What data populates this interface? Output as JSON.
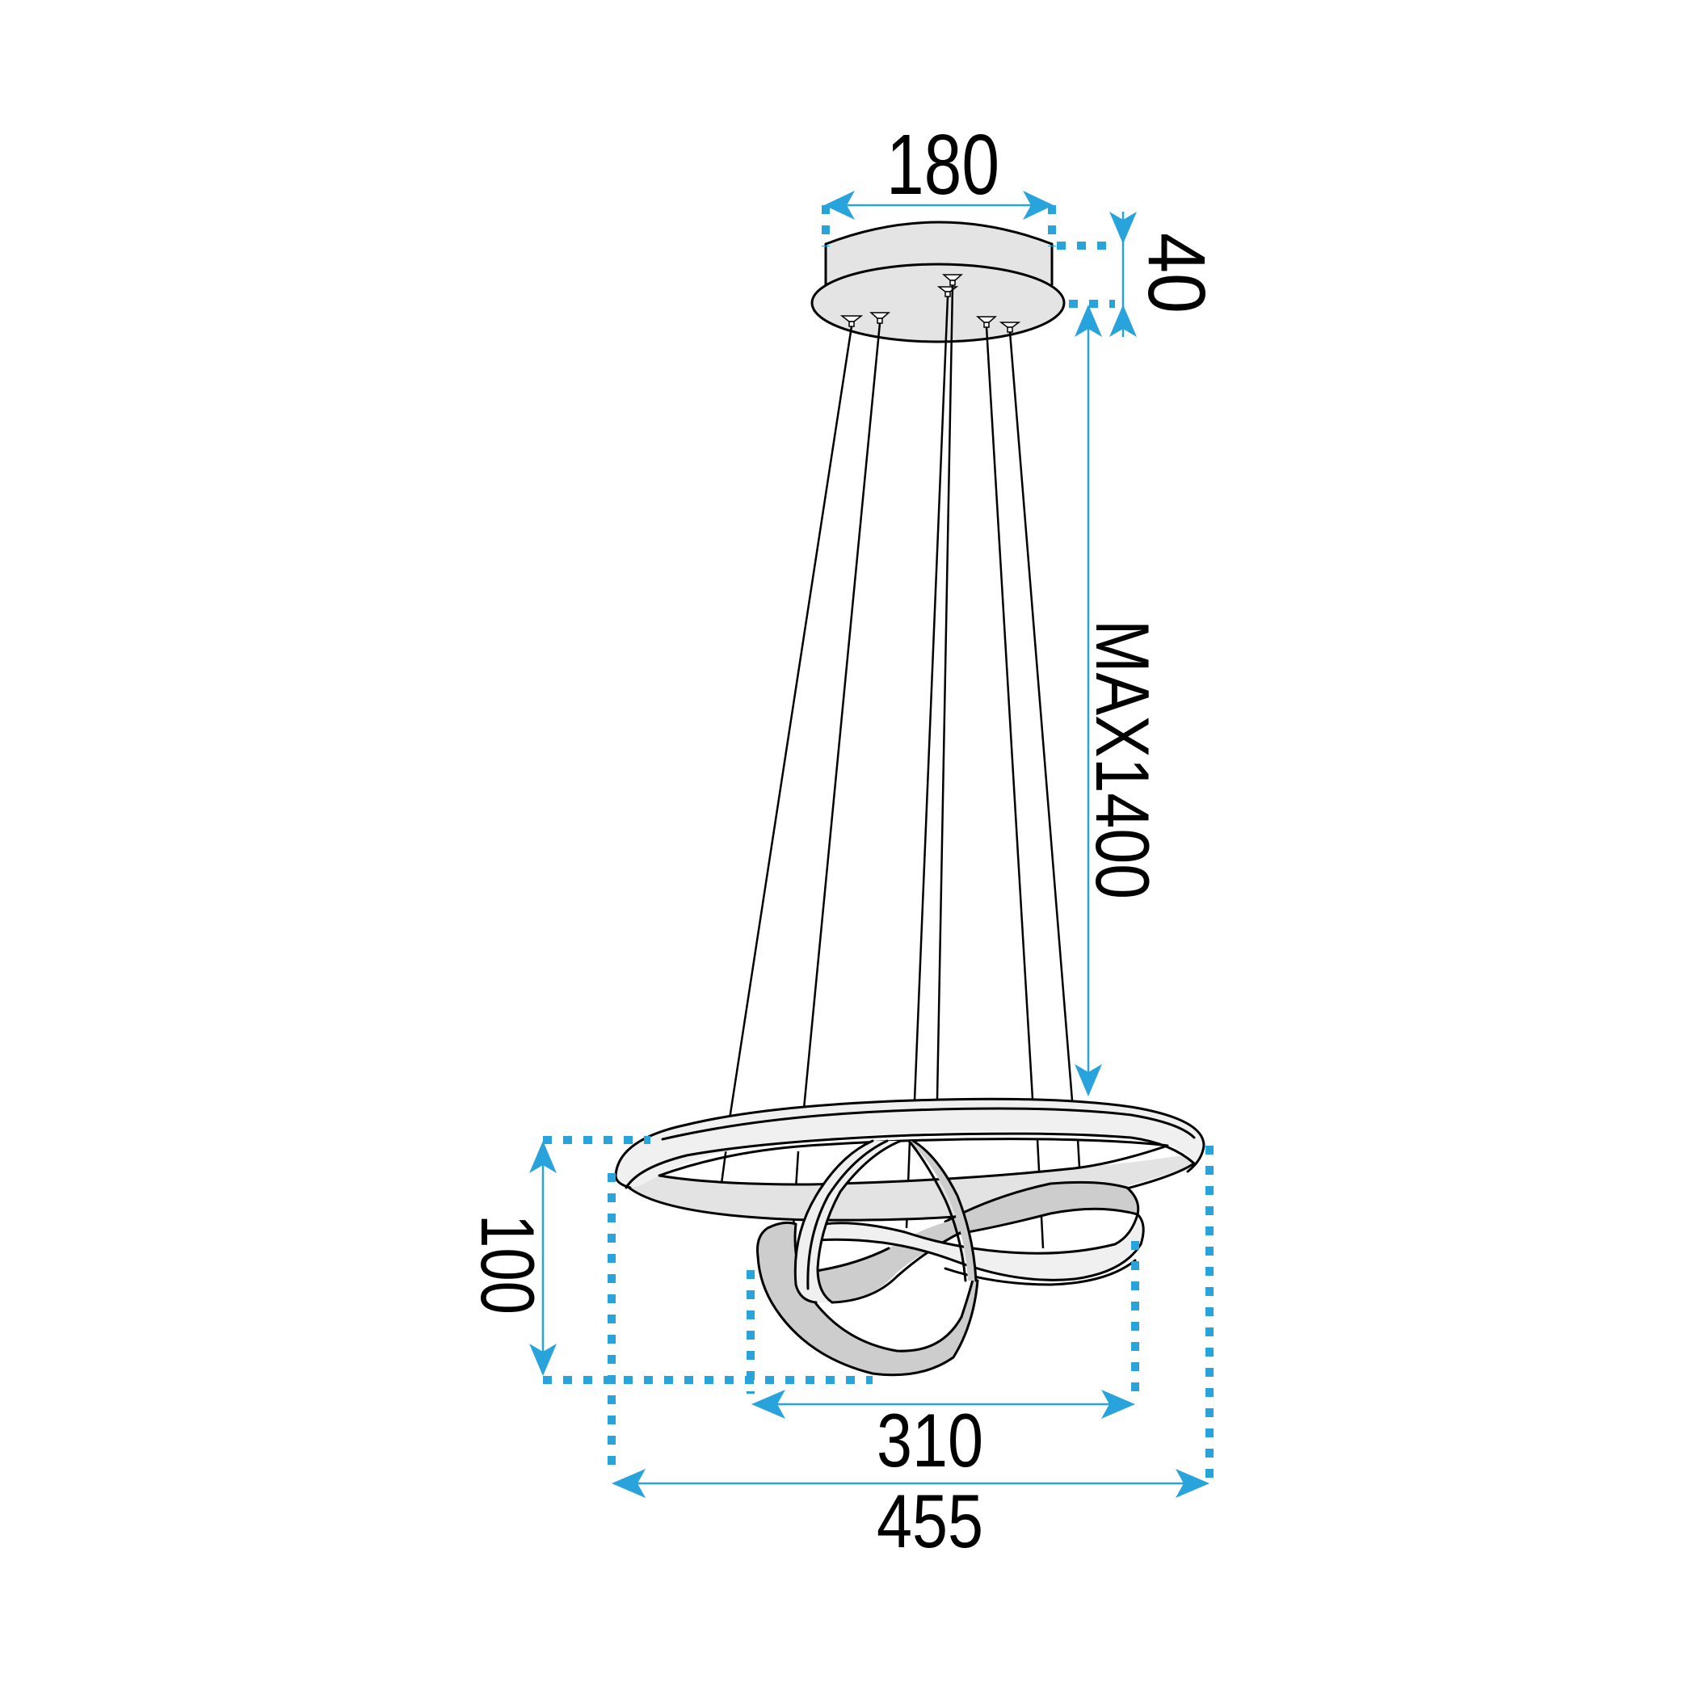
{
  "figure": {
    "type": "product dimension drawing",
    "subject": "pendant lamp with ceiling canopy and intertwined ring shades",
    "units": "mm",
    "accent_color": "#29a3dc",
    "line_color": "#000000",
    "fill_colors": {
      "light": "#f0f0f0",
      "mid": "#e3e3e3",
      "dark": "#cdcdcd"
    }
  },
  "dimensions": {
    "canopy_diameter": {
      "label": "180",
      "orientation": "horizontal"
    },
    "canopy_height": {
      "label": "40",
      "orientation": "vertical"
    },
    "max_suspension": {
      "label": "MAX1400",
      "orientation": "vertical"
    },
    "ring_height": {
      "label": "100",
      "orientation": "vertical"
    },
    "inner_ring_width": {
      "label": "310",
      "orientation": "horizontal"
    },
    "outer_ring_width": {
      "label": "455",
      "orientation": "horizontal"
    }
  },
  "parts": {
    "canopy": "ceiling-canopy",
    "wires": 6,
    "rings": [
      "outer-ring",
      "knot-ring-vertical",
      "knot-ring-twisted"
    ]
  }
}
